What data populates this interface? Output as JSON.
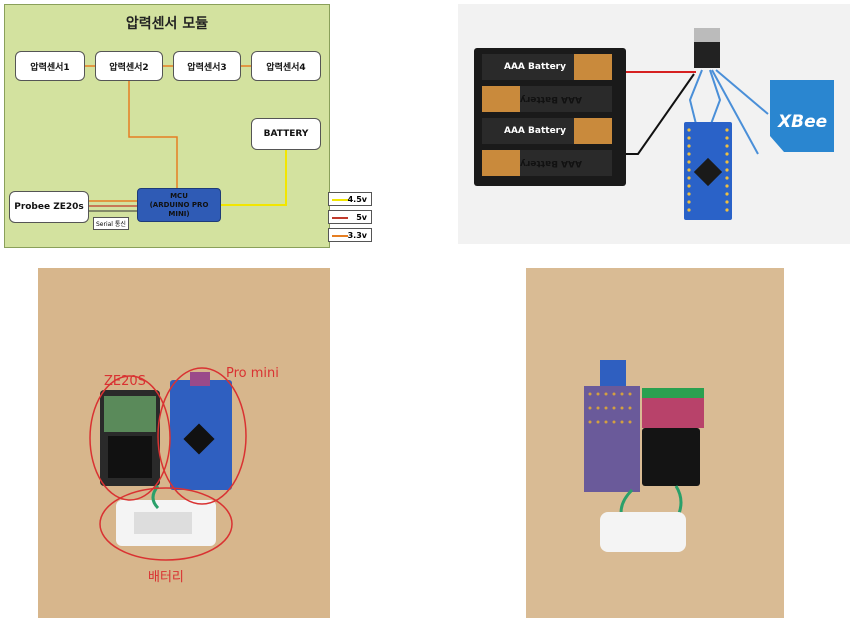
{
  "block_diagram": {
    "title": "압력센서 모듈",
    "sensors": [
      "압력센서1",
      "압력센서2",
      "압력센서3",
      "압력센서4"
    ],
    "battery": "BATTERY",
    "probee": "Probee ZE20s",
    "mcu": "MCU\n(ARDUINO PRO\nMINI)",
    "serial": "Serial 통신",
    "legend": [
      {
        "label": "4.5v",
        "color": "#f2e600"
      },
      {
        "label": "5v",
        "color": "#c0392b"
      },
      {
        "label": "3.3v",
        "color": "#e67e22"
      }
    ]
  },
  "circuit": {
    "battery_labels": [
      "AAA Battery",
      "AAA Battery",
      "AAA Battery",
      "AAA Battery"
    ],
    "xbee_label": "XBee"
  },
  "photo_left": {
    "annotations": {
      "ze20s": "ZE20S",
      "promini": "Pro mini",
      "battery": "배터리"
    }
  }
}
